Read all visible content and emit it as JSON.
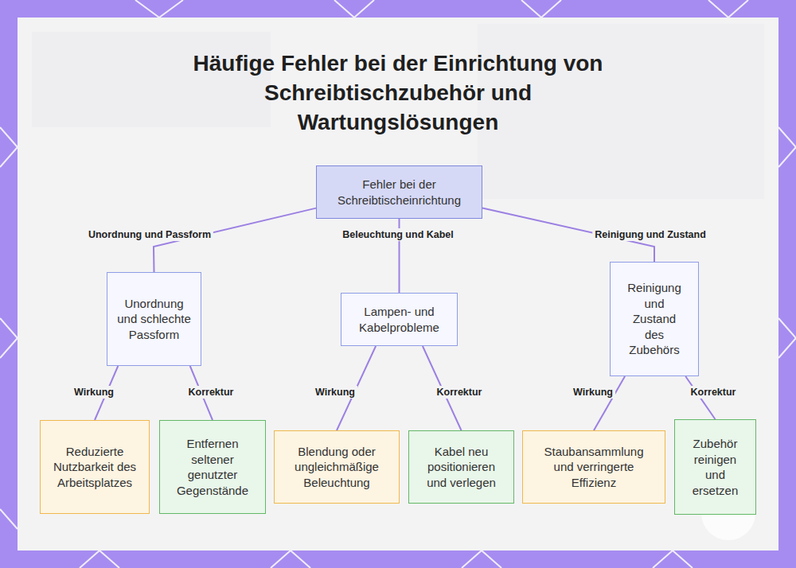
{
  "diagram": {
    "title": "Häufige Fehler bei der Einrichtung von Schreibtischzubehör und Wartungslösungen",
    "nodes": [
      {
        "text": [
          "Fehler bei der Schreibtischeinrichtung"
        ]
      },
      {
        "text": [
          "Unordnung und schlechte Passform"
        ]
      },
      {
        "text": [
          "Lampen- und Kabelprobleme"
        ]
      },
      {
        "text": [
          "Reinigung und Zustand des Zubehörs"
        ]
      },
      {
        "text": [
          "Reduzierte Nutzbarkeit des Arbeitsplatzes"
        ]
      },
      {
        "text": [
          "Entfernen seltener genutzter Gegenstände"
        ]
      },
      {
        "text": [
          "Blendung oder ungleichmäßige Beleuchtung"
        ]
      },
      {
        "text": [
          "Kabel neu positionieren und verlegen"
        ]
      },
      {
        "text": [
          "Staubansammlung und verringerte Effizienz"
        ]
      },
      {
        "text": [
          "Zubehör reinigen und ersetzen"
        ]
      }
    ],
    "edges": [
      {
        "from": 0,
        "to": 1,
        "label": "Unordnung und Passform",
        "arrow": "none"
      },
      {
        "from": 0,
        "to": 2,
        "label": "Beleuchtung und Kabel",
        "arrow": "none"
      },
      {
        "from": 0,
        "to": 3,
        "label": "Reinigung und Zustand",
        "arrow": "none"
      },
      {
        "from": 1,
        "to": 4,
        "label": "Wirkung",
        "arrow": "none"
      },
      {
        "from": 1,
        "to": 5,
        "label": "Korrektur",
        "arrow": "none"
      },
      {
        "from": 2,
        "to": 6,
        "label": "Wirkung",
        "arrow": "none"
      },
      {
        "from": 2,
        "to": 7,
        "label": "Korrektur",
        "arrow": "none"
      },
      {
        "from": 3,
        "to": 8,
        "label": "Wirkung",
        "arrow": "none"
      },
      {
        "from": 3,
        "to": 9,
        "label": "Korrektur",
        "arrow": "none"
      }
    ]
  }
}
